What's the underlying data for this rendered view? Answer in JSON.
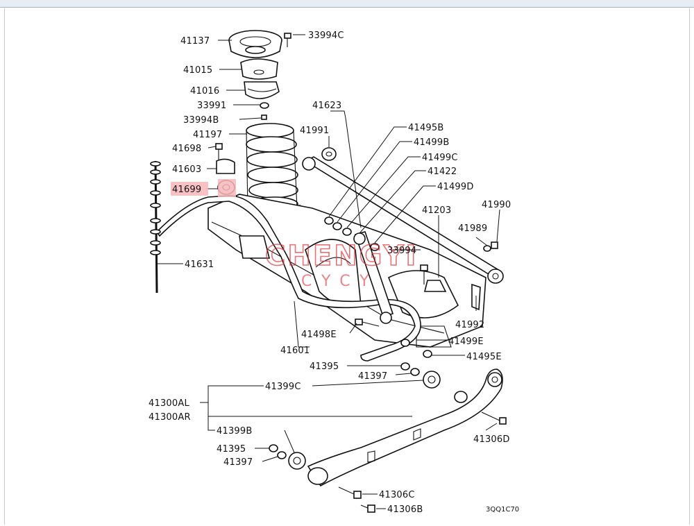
{
  "part_labels": {
    "p41137": "41137",
    "p33994C": "33994C",
    "p41015": "41015",
    "p41016": "41016",
    "p33991": "33991",
    "p33994B": "33994B",
    "p41197": "41197",
    "p41698": "41698",
    "p41603": "41603",
    "p41699": "41699",
    "p41631": "41631",
    "p41623": "41623",
    "p41991": "41991",
    "p41495B": "41495B",
    "p41499B": "41499B",
    "p41499C": "41499C",
    "p41422": "41422",
    "p41499D": "41499D",
    "p41990": "41990",
    "p41203": "41203",
    "p41989": "41989",
    "p33994": "33994",
    "p41992": "41992",
    "p41498E": "41498E",
    "p41499E": "41499E",
    "p41601": "41601",
    "p41395a": "41395",
    "p41495E": "41495E",
    "p41397a": "41397",
    "p41399C": "41399C",
    "p41300AL": "41300AL",
    "p41300AR": "41300AR",
    "p41399B": "41399B",
    "p41306D": "41306D",
    "p41395b": "41395",
    "p41397b": "41397",
    "p41306C": "41306C",
    "p41306B": "41306B"
  },
  "highlighted_part": "41699",
  "diagram_code": "3QQ1C70",
  "watermark": {
    "main": "CHENGYI",
    "sub": "CYCY"
  },
  "colors": {
    "highlight": "#f7b6ba",
    "watermark": "#e0353b",
    "line": "#111111"
  }
}
